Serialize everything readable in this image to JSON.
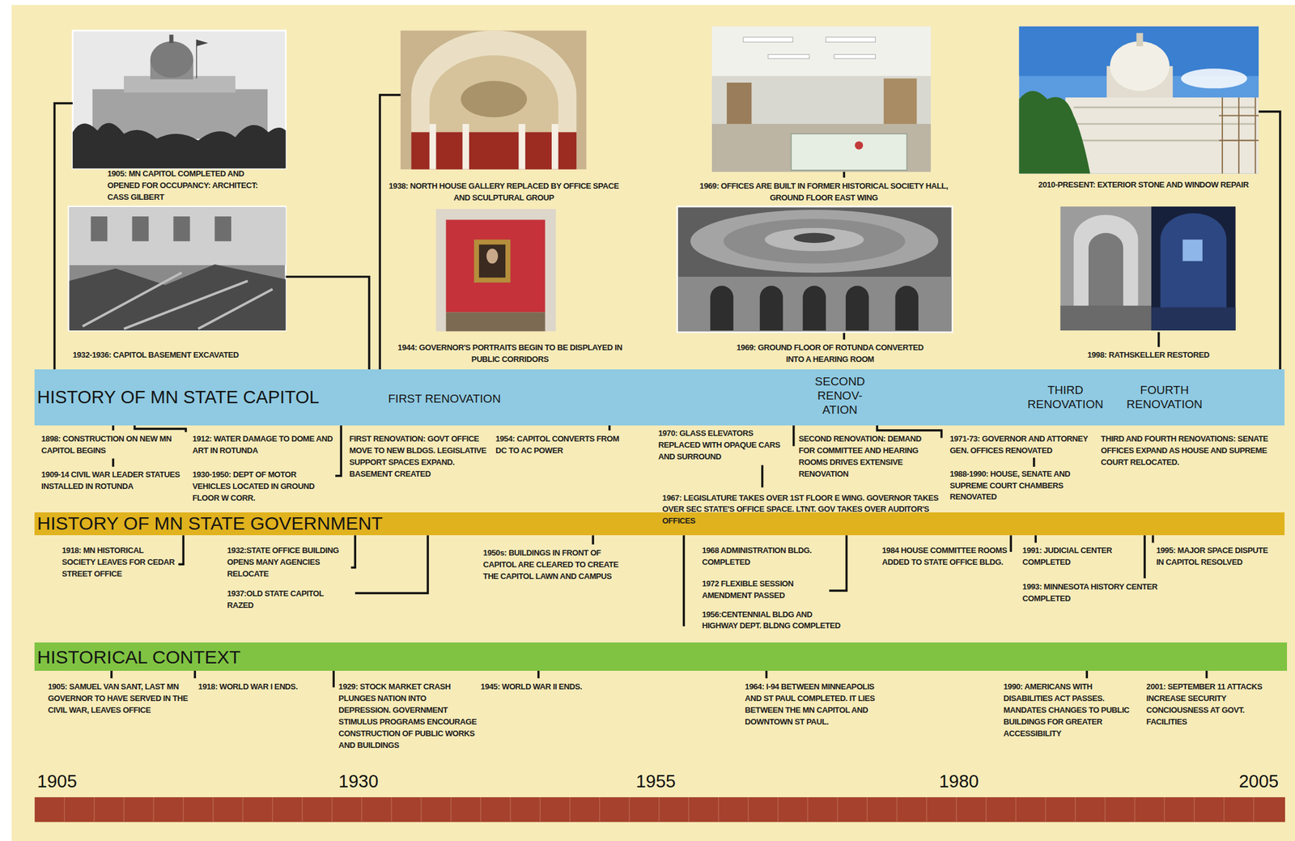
{
  "diagram": {
    "nodes": [
      {
        "text": [
          "HISTORY OF MN STATE CAPITOL",
          "FIRST RENOVATION",
          "SECOND RENOV- ATION",
          "THIRD RENOVATION",
          "FOURTH RENOVATION"
        ]
      },
      {
        "text": [
          "HISTORY OF MN STATE GOVERNMENT"
        ]
      },
      {
        "text": [
          "HISTORICAL CONTEXT"
        ]
      }
    ],
    "labels": [
      "1905: MN CAPITOL COMPLETED AND OPENED FOR OCCUPANCY: ARCHITECT: CASS GILBERT",
      "1932-1936: CAPITOL BASEMENT EXCAVATED",
      "1938: NORTH HOUSE GALLERY REPLACED BY OFFICE SPACE AND SCULPTURAL GROUP",
      "1944: GOVERNOR'S PORTRAITS BEGIN TO BE DISPLAYED IN PUBLIC CORRIDORS",
      "1969: OFFICES ARE BUILT IN FORMER HISTORICAL SOCIETY HALL, GROUND FLOOR EAST WING",
      "1969: GROUND FLOOR OF ROTUNDA CONVERTED INTO A HEARING ROOM",
      "2010-PRESENT: EXTERIOR STONE AND WINDOW REPAIR",
      "1998: RATHSKELLER RESTORED",
      "1898: CONSTRUCTION ON NEW MN CAPITOL BEGINS",
      "1909-14 CIVIL WAR LEADER STATUES INSTALLED IN ROTUNDA",
      "1912: WATER DAMAGE TO DOME AND ART IN ROTUNDA",
      "1930-1950: DEPT OF MOTOR VEHICLES LOCATED IN GROUND FLOOR W CORR.",
      "FIRST RENOVATION: GOVT OFFICE MOVE TO NEW BLDGS. LEGISLATIVE SUPPORT SPACES EXPAND. BASEMENT CREATED",
      "1954: CAPITOL CONVERTS FROM DC TO AC POWER",
      "1970: GLASS ELEVATORS REPLACED WITH OPAQUE CARS AND SURROUND",
      "SECOND RENOVATION: DEMAND FOR COMMITTEE AND HEARING ROOMS DRIVES EXTENSIVE RENOVATION",
      "1967: LEGISLATURE TAKES OVER 1ST FLOOR E WING. GOVERNOR TAKES OVER SEC STATE'S OFFICE SPACE. LTNT. GOV TAKES OVER AUDITOR'S OFFICES",
      "1971-73: GOVERNOR AND ATTORNEY GEN. OFFICES RENOVATED",
      "1988-1990: HOUSE, SENATE AND SUPREME COURT CHAMBERS RENOVATED",
      "THIRD AND FOURTH RENOVATIONS: SENATE OFFICES EXPAND AS HOUSE AND SUPREME COURT RELOCATED.",
      "1918: MN HISTORICAL SOCIETY LEAVES FOR CEDAR STREET OFFICE",
      "1932:STATE OFFICE BUILDING OPENS MANY AGENCIES RELOCATE",
      "1937:OLD STATE CAPITOL RAZED",
      "1950s: BUILDINGS IN FRONT OF CAPITOL ARE CLEARED TO CREATE THE CAPITOL LAWN AND CAMPUS",
      "1968 ADMINISTRATION BLDG. COMPLETED",
      "1972 FLEXIBLE SESSION AMENDMENT PASSED",
      "1956:CENTENNIAL BLDG AND HIGHWAY DEPT. BLDNG COMPLETED",
      "1984 HOUSE COMMITTEE ROOMS ADDED TO STATE OFFICE BLDG.",
      "1991: JUDICIAL CENTER COMPLETED",
      "1993: MINNESOTA HISTORY CENTER COMPLETED",
      "1995: MAJOR SPACE DISPUTE IN CAPITOL RESOLVED",
      "1905: SAMUEL VAN SANT, LAST MN GOVERNOR TO HAVE SERVED IN THE CIVIL WAR, LEAVES OFFICE",
      "1918: WORLD WAR I ENDS.",
      "1929: STOCK MARKET CRASH PLUNGES NATION INTO DEPRESSION. GOVERNMENT STIMULUS PROGRAMS ENCOURAGE CONSTRUCTION OF PUBLIC WORKS AND BUILDINGS",
      "1945: WORLD WAR II ENDS.",
      "1964: I-94 BETWEEN MINNEAPOLIS AND ST PAUL COMPLETED. IT LIES BETWEEN THE MN CAPITOL AND DOWNTOWN ST PAUL.",
      "1990: AMERICANS WITH DISABILITIES ACT PASSES. MANDATES CHANGES TO PUBLIC BUILDINGS FOR GREATER ACCESSIBILITY",
      "2001: SEPTEMBER 11 ATTACKS INCREASE SECURITY CONCIOUSNESS AT GOVT. FACILITIES",
      "1905",
      "1930",
      "1955",
      "1980",
      "2005"
    ]
  }
}
